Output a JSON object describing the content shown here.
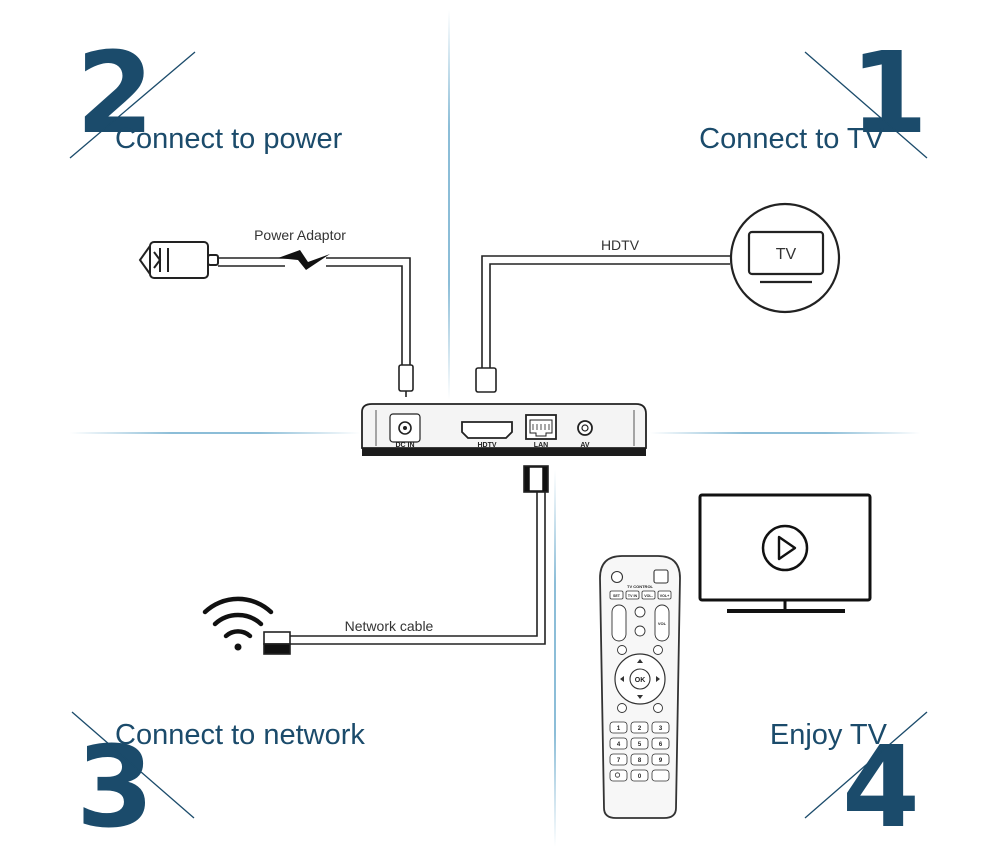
{
  "steps": [
    {
      "number": "2",
      "label": "Connect to power"
    },
    {
      "number": "1",
      "label": "Connect to TV"
    },
    {
      "number": "3",
      "label": "Connect to network"
    },
    {
      "number": "4",
      "label": "Enjoy TV"
    }
  ],
  "cables": {
    "power": "Power Adaptor",
    "hdtv": "HDTV",
    "network": "Network cable"
  },
  "tv_icon_label": "TV",
  "ports": {
    "dcin": "DC IN",
    "hdtv": "HDTV",
    "lan": "LAN",
    "av": "AV"
  },
  "remote": {
    "top_row": [
      "SET",
      "TV IN",
      "VOL-",
      "VOL+"
    ],
    "tv_control": "TV CONTROL",
    "ok": "OK",
    "vol": "VOL",
    "keys": [
      "1",
      "2",
      "3",
      "4",
      "5",
      "6",
      "7",
      "8",
      "9",
      "",
      "0",
      ""
    ]
  },
  "colors": {
    "brand": "#1b4b6b",
    "divider": "#7fb6d3"
  }
}
